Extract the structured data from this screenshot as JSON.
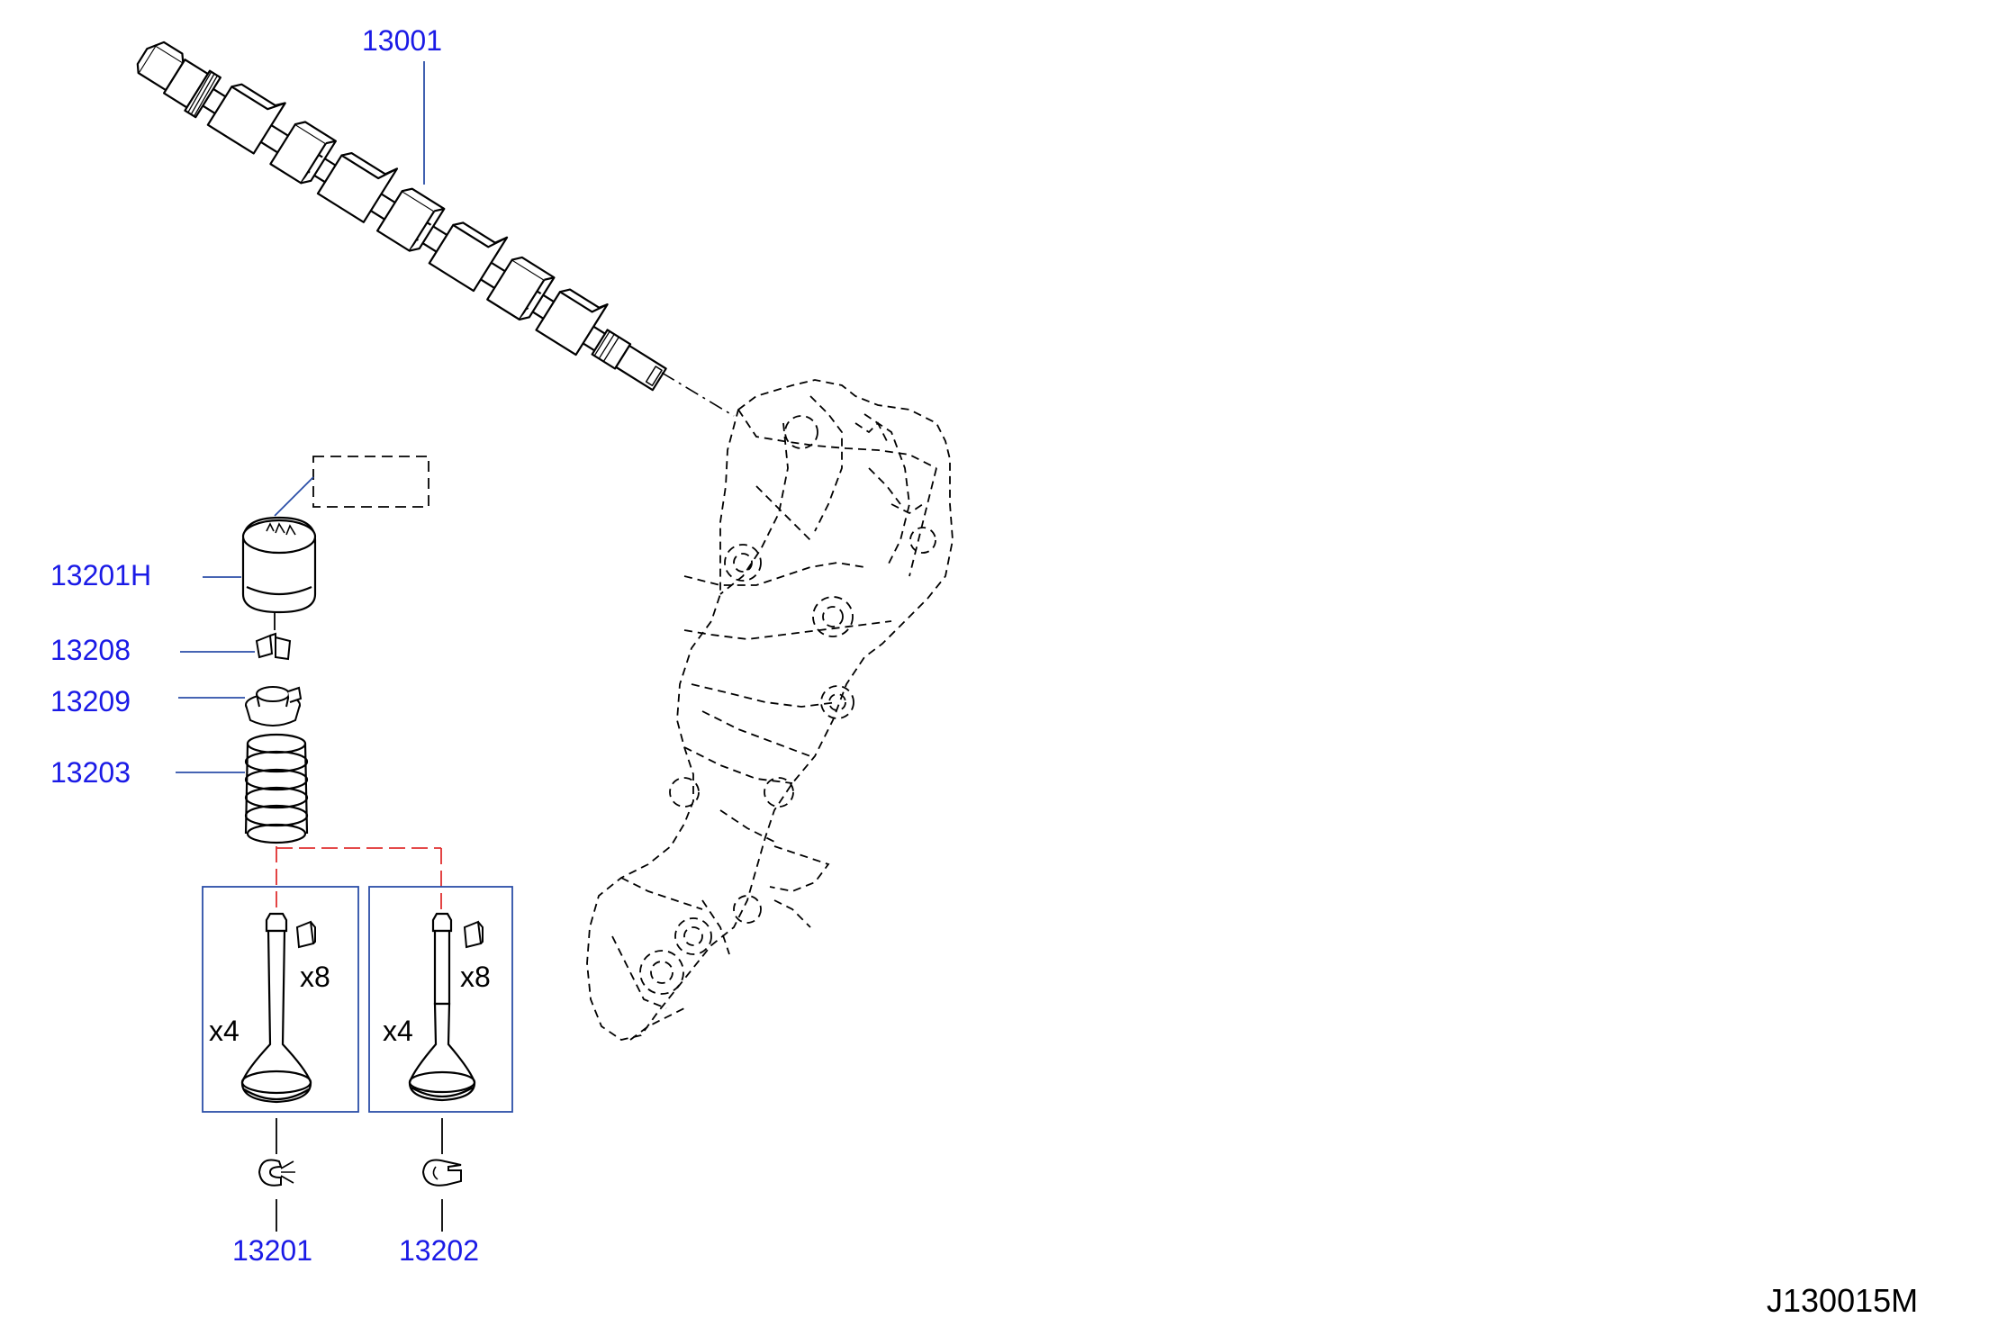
{
  "diagram_code": "J130015M",
  "colors": {
    "part_label": "#1a1ae6",
    "leader_line": "#2b4ea8",
    "dimension_line": "#e03030",
    "drawing": "#000000"
  },
  "parts": {
    "camshaft": "13001",
    "lifter": "13201H",
    "valve_collet": "13208",
    "spring_retainer": "13209",
    "valve_spring": "13203",
    "intake_valve": "13201",
    "exhaust_valve": "13202"
  },
  "quantities": {
    "intake_valves": "x4",
    "intake_collets": "x8",
    "exhaust_valves": "x4",
    "exhaust_collets": "x8"
  }
}
